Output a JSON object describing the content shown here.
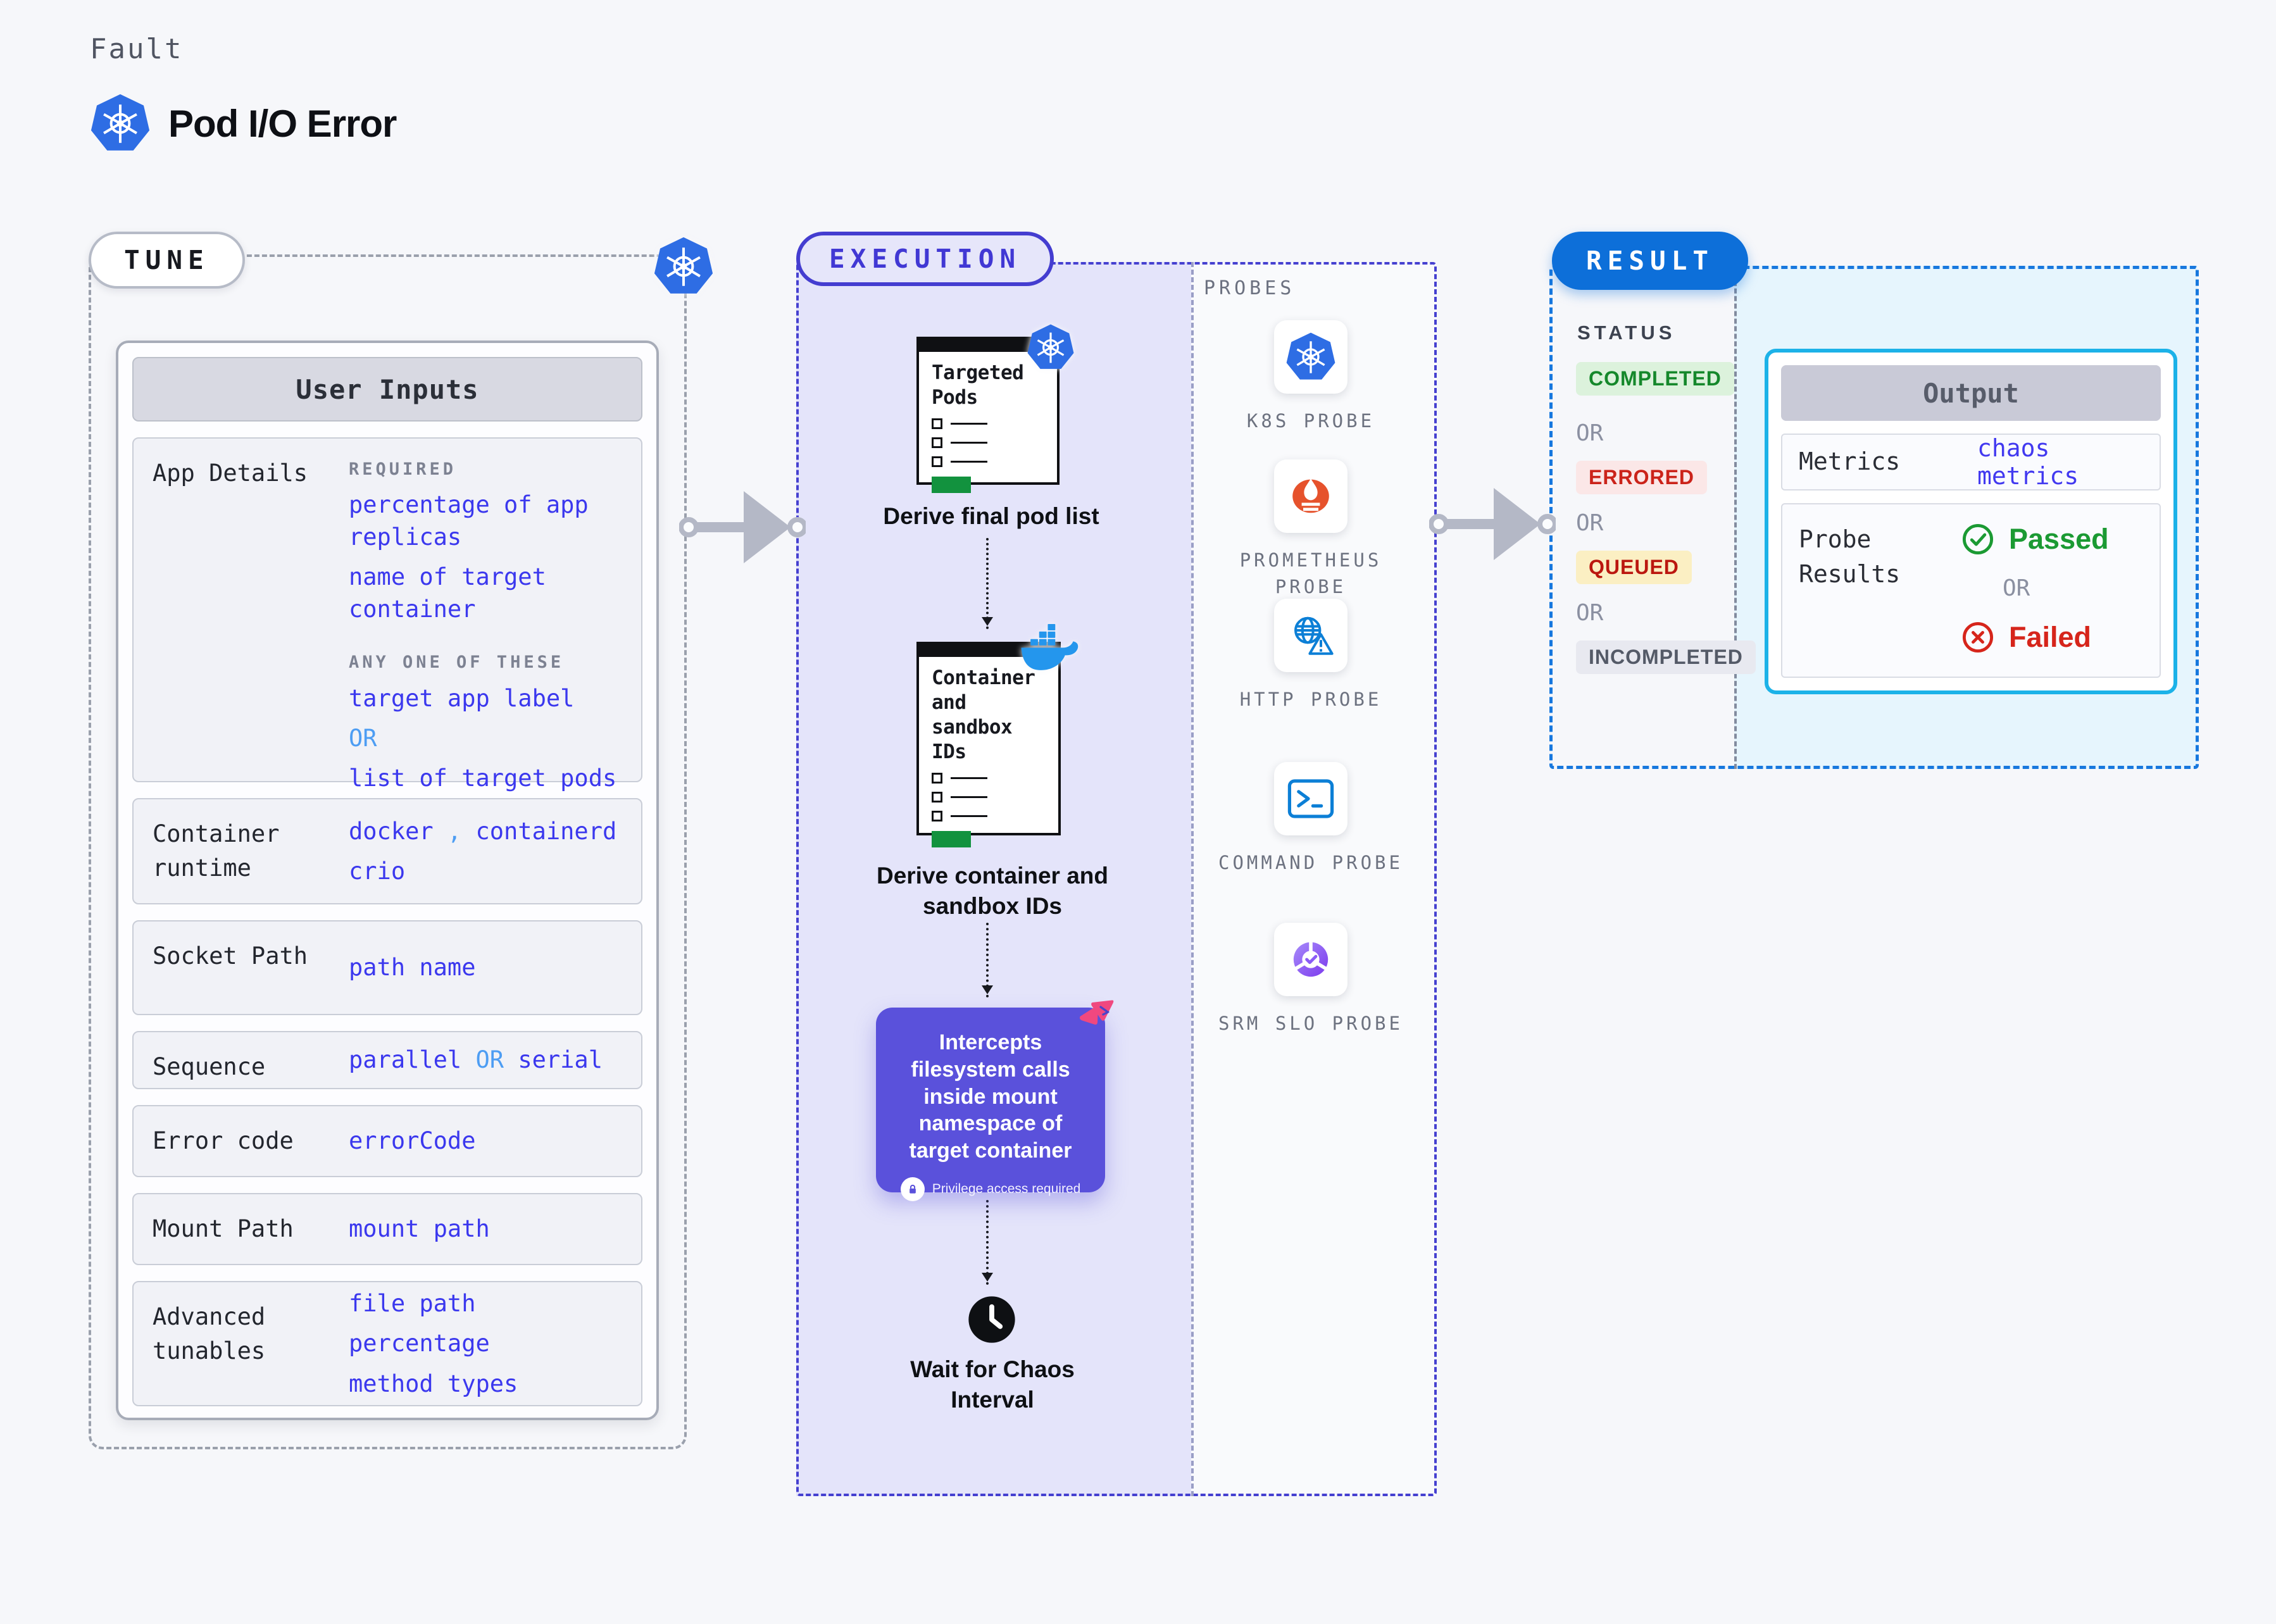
{
  "header": {
    "kicker": "Fault",
    "title": "Pod I/O Error",
    "title_icon": "kubernetes-icon"
  },
  "tune": {
    "label": "TUNE",
    "corner_icon": "kubernetes-icon",
    "card_title": "User Inputs",
    "rows": [
      {
        "label": "App Details",
        "lines": [
          [
            {
              "t": "REQUIRED",
              "s": "h"
            }
          ],
          [
            {
              "t": "percentage of app replicas",
              "s": "v"
            }
          ],
          [
            {
              "t": "name of target container",
              "s": "v"
            }
          ],
          [
            {
              "t": "ANY ONE OF THESE",
              "s": "h"
            }
          ],
          [
            {
              "t": "target app label",
              "s": "v"
            }
          ],
          [
            {
              "t": "OR",
              "s": "o"
            }
          ],
          [
            {
              "t": "list of target pods",
              "s": "v"
            }
          ]
        ]
      },
      {
        "label": "Container runtime",
        "lines": [
          [
            {
              "t": "docker",
              "s": "v"
            },
            {
              "t": " , ",
              "s": "o"
            },
            {
              "t": "containerd",
              "s": "v"
            }
          ],
          [
            {
              "t": "crio",
              "s": "v"
            }
          ]
        ]
      },
      {
        "label": "Socket Path",
        "lines": [
          [
            {
              "t": "path name",
              "s": "v"
            }
          ]
        ]
      },
      {
        "label": "Sequence",
        "lines": [
          [
            {
              "t": "parallel",
              "s": "v"
            },
            {
              "t": " OR ",
              "s": "o"
            },
            {
              "t": "serial",
              "s": "v"
            }
          ]
        ]
      },
      {
        "label": "Error code",
        "lines": [
          [
            {
              "t": "errorCode",
              "s": "v"
            }
          ]
        ]
      },
      {
        "label": "Mount Path",
        "lines": [
          [
            {
              "t": "mount path",
              "s": "v"
            }
          ]
        ]
      },
      {
        "label": "Advanced tunables",
        "lines": [
          [
            {
              "t": "file path",
              "s": "v"
            }
          ],
          [
            {
              "t": "percentage",
              "s": "v"
            }
          ],
          [
            {
              "t": "method types",
              "s": "v"
            }
          ]
        ]
      }
    ]
  },
  "execution": {
    "label": "EXECUTION",
    "steps": [
      {
        "card_title": "Targeted Pods",
        "badge_icon": "kubernetes-icon",
        "caption": "Derive final pod list"
      },
      {
        "card_title": "Container and sandbox IDs",
        "badge_icon": "docker-icon",
        "caption": "Derive container and sandbox IDs"
      }
    ],
    "intercept_box": {
      "text": "Intercepts filesystem calls inside mount namespace of target container",
      "badge_icon": "chaos-icon",
      "lock_icon": "lock-icon",
      "note": "Privilege access required"
    },
    "wait_step": {
      "icon": "clock-icon",
      "caption": "Wait for Chaos Interval"
    }
  },
  "probes": {
    "label": "PROBES",
    "items": [
      {
        "icon": "kubernetes-icon",
        "name": "K8S PROBE"
      },
      {
        "icon": "prometheus-icon",
        "name": "PROMETHEUS PROBE"
      },
      {
        "icon": "http-icon",
        "name": "HTTP PROBE"
      },
      {
        "icon": "command-icon",
        "name": "COMMAND PROBE"
      },
      {
        "icon": "srm-icon",
        "name": "SRM SLO PROBE"
      }
    ]
  },
  "result": {
    "label": "RESULT",
    "status_heading": "STATUS",
    "statuses": [
      {
        "text": "COMPLETED",
        "kind": "completed"
      },
      {
        "text": "OR",
        "kind": "or"
      },
      {
        "text": "ERRORED",
        "kind": "errored"
      },
      {
        "text": "OR",
        "kind": "or"
      },
      {
        "text": "QUEUED",
        "kind": "queued"
      },
      {
        "text": "OR",
        "kind": "or"
      },
      {
        "text": "INCOMPLETED",
        "kind": "incompleted"
      }
    ],
    "output": {
      "title": "Output",
      "rows": {
        "metrics_label": "Metrics",
        "metrics_value": "chaos metrics",
        "probe_label": "Probe Results",
        "passed_text": "Passed",
        "or_text": "OR",
        "failed_text": "Failed"
      }
    }
  },
  "colors": {
    "kubernetes_blue": "#2e6de4",
    "docker_blue": "#2496ed",
    "prometheus_orange": "#e6522c",
    "probe_icon_blue": "#0c7fd6",
    "srm_purple": "#8b5cf6",
    "execution_indigo": "#4540d0",
    "intercept_purple": "#5a51db",
    "chaos_pink": "#f0487f",
    "result_blue": "#0d6fd9",
    "output_cyan": "#1cb2e8",
    "value_blue": "#3b38ee",
    "or_light_blue": "#4d9df3",
    "passed_green": "#1b9a33",
    "failed_red": "#d6251b",
    "node_green": "#12923e"
  }
}
